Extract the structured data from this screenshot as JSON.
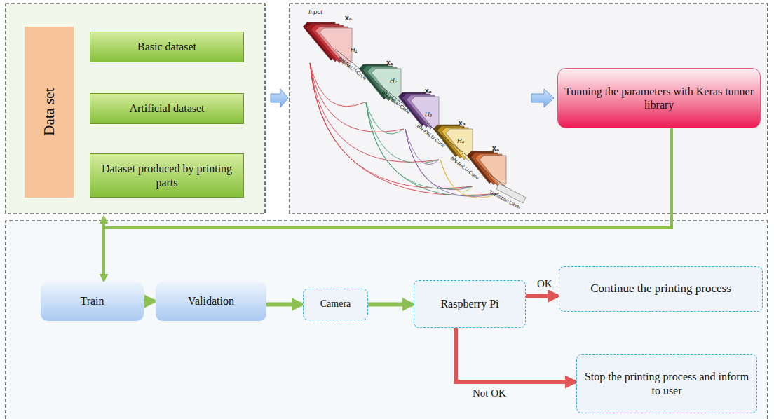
{
  "diagram": {
    "nodes": [
      {
        "text": [
          "Data set"
        ]
      },
      {
        "text": [
          "Basic dataset"
        ]
      },
      {
        "text": [
          "Artificial dataset"
        ]
      },
      {
        "text": [
          "Dataset produced by printing parts"
        ]
      },
      {
        "text": [
          "Tunning the parameters with Keras tunner library"
        ]
      },
      {
        "text": [
          "Train"
        ]
      },
      {
        "text": [
          "Validation"
        ]
      },
      {
        "text": [
          "Camera"
        ]
      },
      {
        "text": [
          "Raspberry Pi"
        ]
      },
      {
        "text": [
          "Continue the printing process"
        ]
      },
      {
        "text": [
          "Stop the printing process and inform to user"
        ]
      }
    ],
    "edges": [
      {
        "from": 4,
        "to": 5,
        "arrow": "to"
      },
      {
        "from": 5,
        "to": 6,
        "arrow": "to"
      },
      {
        "from": 6,
        "to": 7,
        "arrow": "to"
      },
      {
        "from": 7,
        "to": 8,
        "arrow": "to"
      },
      {
        "from": 8,
        "to": 9,
        "arrow": "to",
        "label": "OK"
      },
      {
        "from": 8,
        "to": 10,
        "arrow": "to",
        "label": "Not OK"
      }
    ],
    "labels": [
      "Input",
      "x₀",
      "H₁",
      "x₁",
      "BN-ReLU-Conv",
      "H₂",
      "x₂",
      "BN-ReLU-Conv",
      "H₃",
      "x₃",
      "BN-ReLU-Conv",
      "H₄",
      "x₄",
      "BN-ReLU-Conv",
      "Transition Layer"
    ]
  }
}
